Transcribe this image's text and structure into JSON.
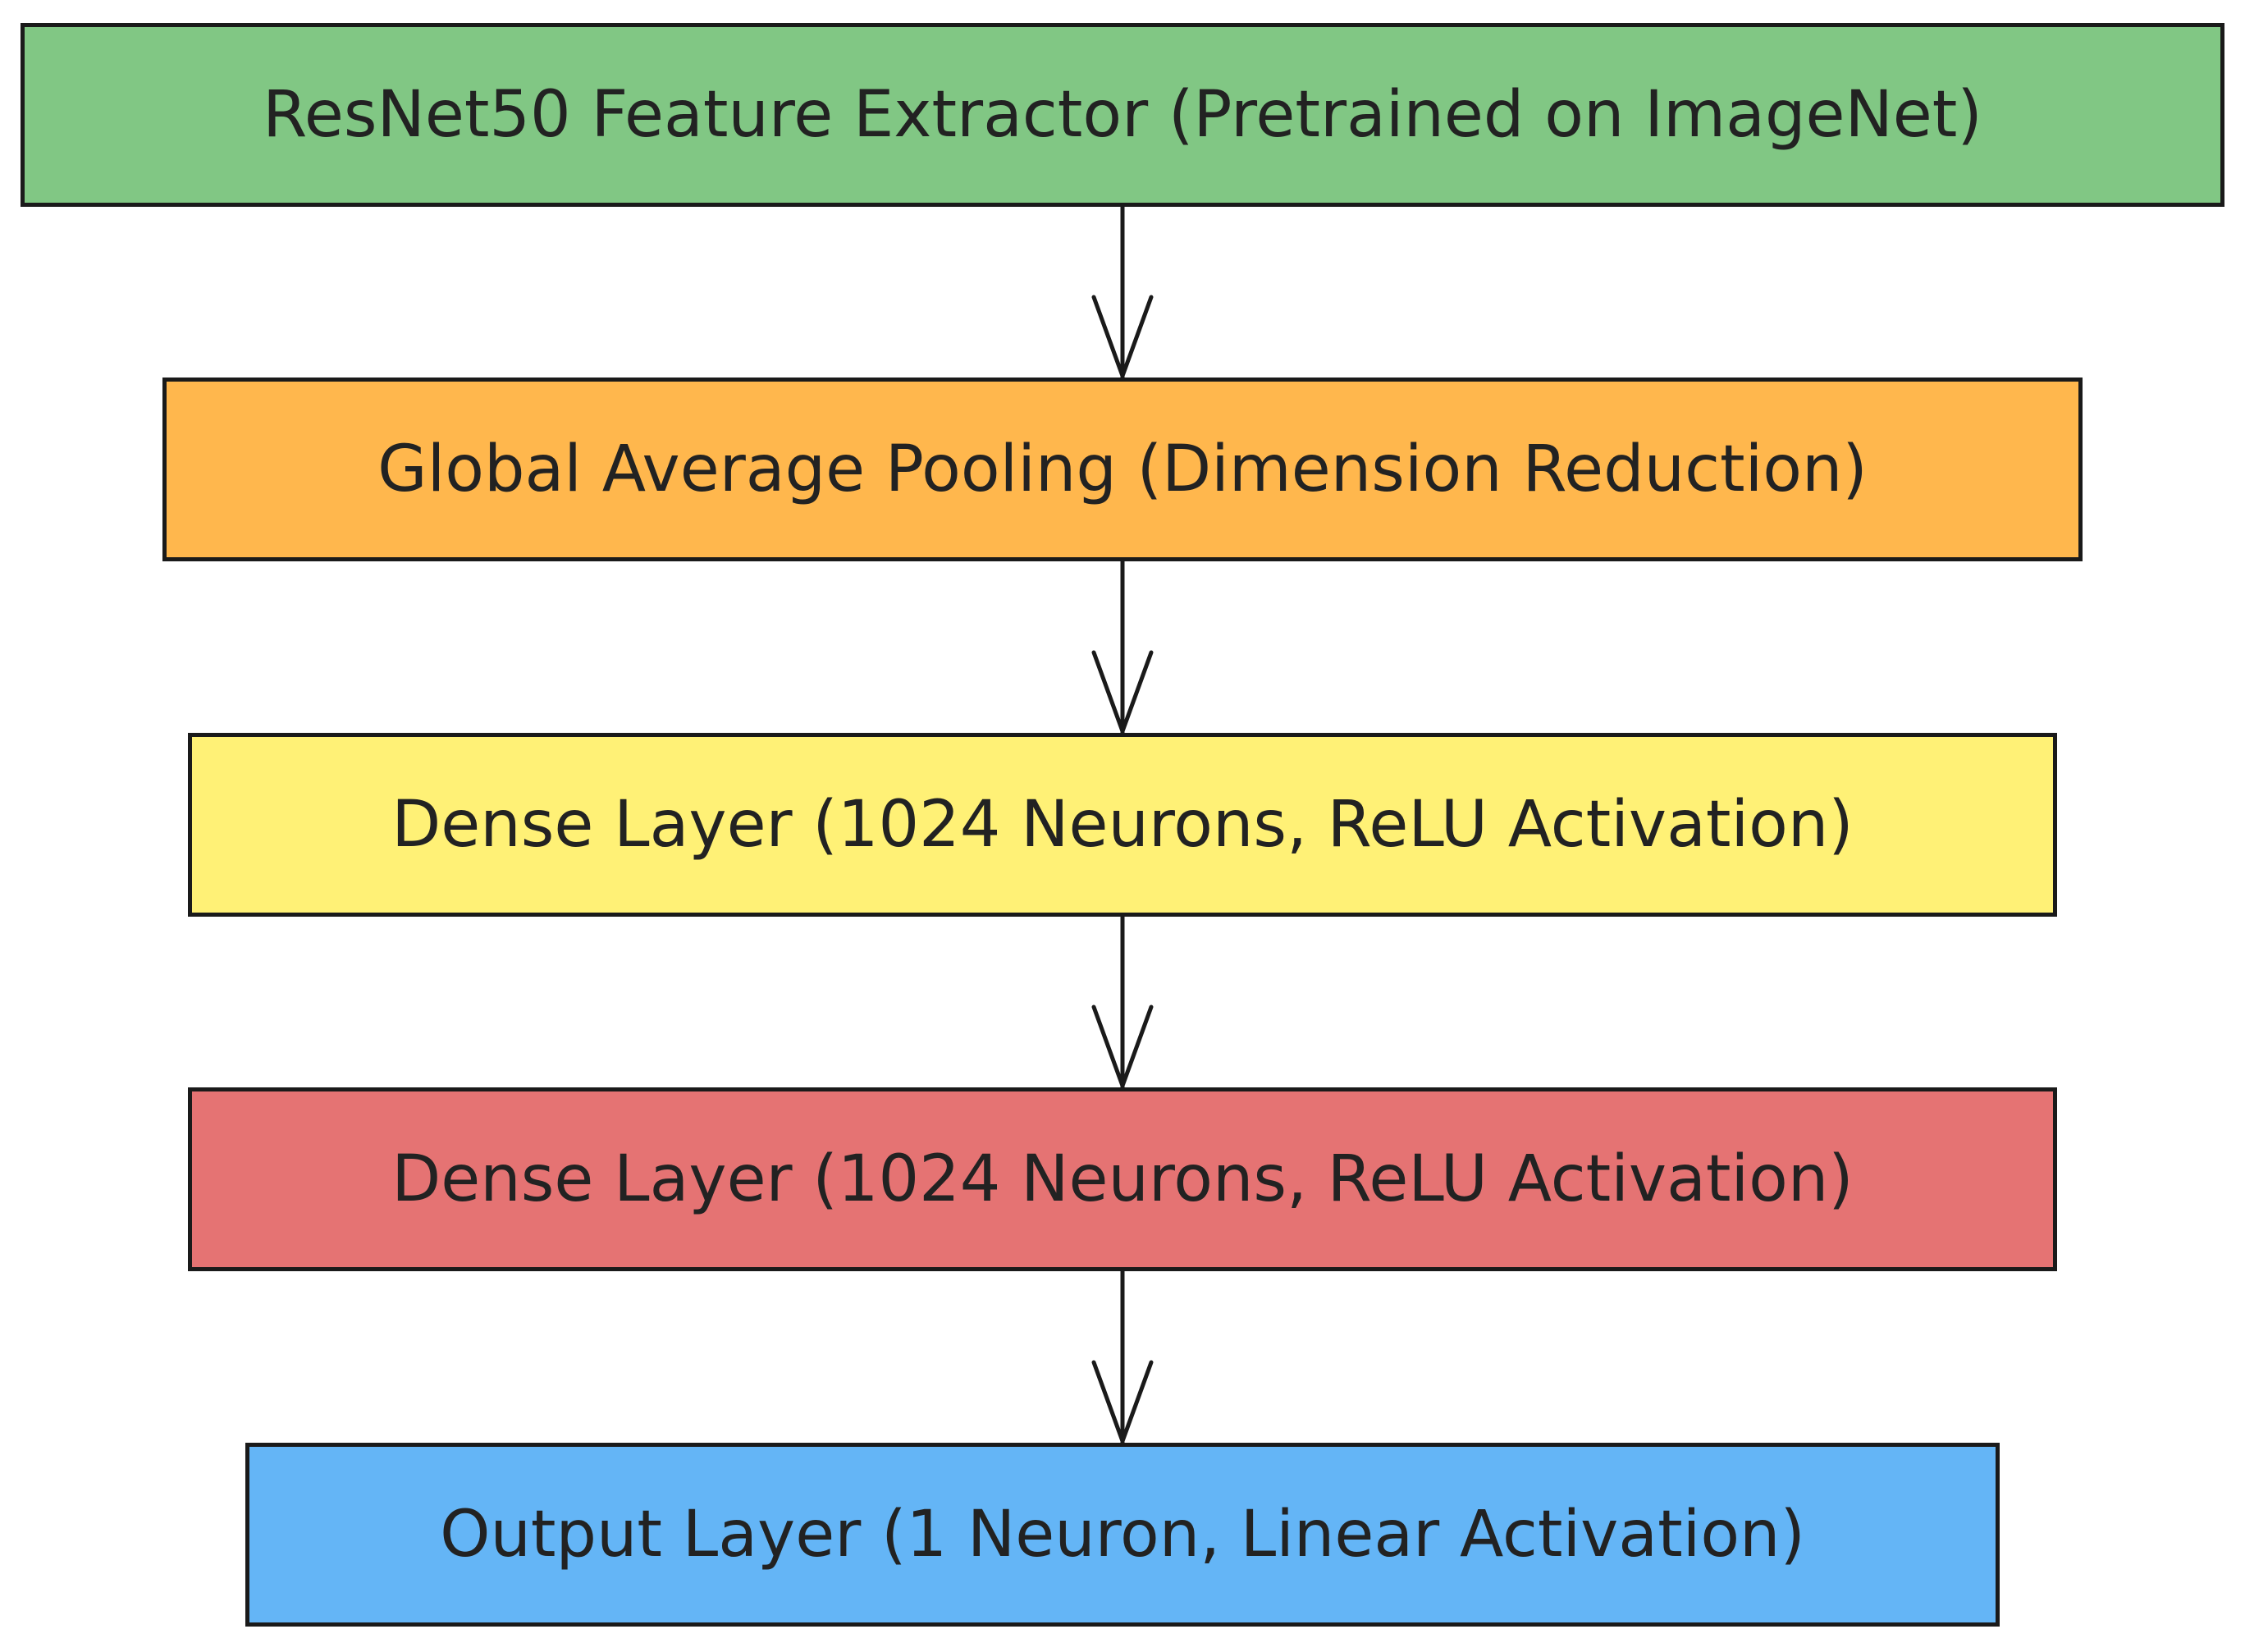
{
  "diagram": {
    "type": "flowchart",
    "direction": "top-to-bottom",
    "nodes": [
      {
        "id": "resnet50",
        "label": "ResNet50 Feature Extractor (Pretrained on ImageNet)",
        "color": "#81c784"
      },
      {
        "id": "gap",
        "label": "Global Average Pooling (Dimension Reduction)",
        "color": "#ffb74d"
      },
      {
        "id": "dense1",
        "label": "Dense Layer (1024 Neurons, ReLU Activation)",
        "color": "#fff176"
      },
      {
        "id": "dense2",
        "label": "Dense Layer (1024 Neurons, ReLU Activation)",
        "color": "#e57373"
      },
      {
        "id": "output",
        "label": "Output Layer (1 Neuron, Linear Activation)",
        "color": "#64b5f6"
      }
    ],
    "edges": [
      {
        "from": "resnet50",
        "to": "gap"
      },
      {
        "from": "gap",
        "to": "dense1"
      },
      {
        "from": "dense1",
        "to": "dense2"
      },
      {
        "from": "dense2",
        "to": "output"
      }
    ]
  }
}
